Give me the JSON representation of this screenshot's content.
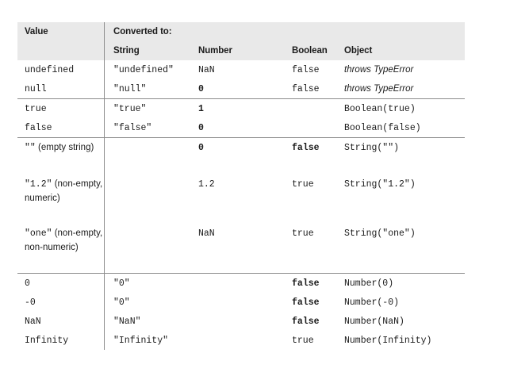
{
  "table": {
    "header": {
      "value_label": "Value",
      "converted_label": "Converted to:",
      "columns": [
        "String",
        "Number",
        "Boolean",
        "Object"
      ]
    },
    "groups": [
      {
        "rows": [
          {
            "value": "undefined",
            "value_style": "mono",
            "string": "\"undefined\"",
            "string_style": "mono",
            "number": "NaN",
            "number_style": "mono",
            "boolean": "false",
            "boolean_style": "mono",
            "object": "throws TypeError",
            "object_style": "italic"
          },
          {
            "value": "null",
            "value_style": "mono",
            "string": "\"null\"",
            "string_style": "mono",
            "number": "0",
            "number_style": "mono-bold",
            "boolean": "false",
            "boolean_style": "mono",
            "object": "throws TypeError",
            "object_style": "italic"
          }
        ]
      },
      {
        "rows": [
          {
            "value": "true",
            "value_style": "mono",
            "string": "\"true\"",
            "string_style": "mono",
            "number": "1",
            "number_style": "mono-bold",
            "boolean": "",
            "boolean_style": "mono",
            "object": "Boolean(true)",
            "object_style": "mono"
          },
          {
            "value": "false",
            "value_style": "mono",
            "string": "\"false\"",
            "string_style": "mono",
            "number": "0",
            "number_style": "mono-bold",
            "boolean": "",
            "boolean_style": "mono",
            "object": "Boolean(false)",
            "object_style": "mono"
          }
        ]
      },
      {
        "rows": [
          {
            "value_code": "\"\"",
            "value_prose": " (empty string)",
            "value_style": "mixed",
            "string": "",
            "string_style": "mono",
            "number": "0",
            "number_style": "mono-bold",
            "boolean": "false",
            "boolean_style": "mono-bold",
            "object": "String(\"\")",
            "object_style": "mono",
            "height": "tall"
          },
          {
            "value_code": "\"1.2\"",
            "value_prose": " (non-empty, numeric)",
            "value_style": "mixed",
            "string": "",
            "string_style": "mono",
            "number": "1.2",
            "number_style": "mono",
            "boolean": "true",
            "boolean_style": "mono",
            "object": "String(\"1.2\")",
            "object_style": "mono",
            "height": "taller"
          },
          {
            "value_code": "\"one\"",
            "value_prose": " (non-empty, non-numeric)",
            "value_style": "mixed",
            "string": "",
            "string_style": "mono",
            "number": "NaN",
            "number_style": "mono",
            "boolean": "true",
            "boolean_style": "mono",
            "object": "String(\"one\")",
            "object_style": "mono",
            "height": "taller"
          }
        ]
      },
      {
        "rows": [
          {
            "value": "0",
            "value_style": "mono",
            "string": "\"0\"",
            "string_style": "mono",
            "number": "",
            "number_style": "mono",
            "boolean": "false",
            "boolean_style": "mono-bold",
            "object": "Number(0)",
            "object_style": "mono"
          },
          {
            "value": "-0",
            "value_style": "mono",
            "string": "\"0\"",
            "string_style": "mono",
            "number": "",
            "number_style": "mono",
            "boolean": "false",
            "boolean_style": "mono-bold",
            "object": "Number(-0)",
            "object_style": "mono"
          },
          {
            "value": "NaN",
            "value_style": "mono",
            "string": "\"NaN\"",
            "string_style": "mono",
            "number": "",
            "number_style": "mono",
            "boolean": "false",
            "boolean_style": "mono-bold",
            "object": "Number(NaN)",
            "object_style": "mono"
          },
          {
            "value": "Infinity",
            "value_style": "mono",
            "string": "\"Infinity\"",
            "string_style": "mono",
            "number": "",
            "number_style": "mono",
            "boolean": "true",
            "boolean_style": "mono",
            "object": "Number(Infinity)",
            "object_style": "mono"
          }
        ]
      }
    ]
  },
  "colors": {
    "header_band": "#e9e9e9",
    "rule": "#8c8c8c",
    "text": "#1b1b1b",
    "page_background": "#ffffff"
  }
}
